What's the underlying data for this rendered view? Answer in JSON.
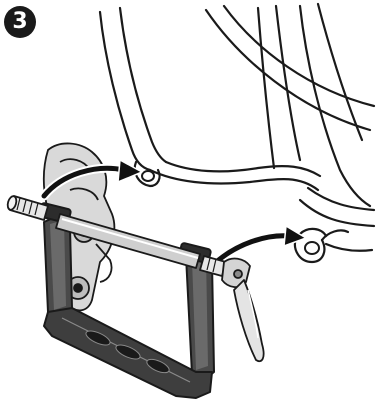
{
  "step": {
    "number": "3"
  },
  "illustration": {
    "colors": {
      "ink": "#1a1a1a",
      "frame_fill": "#ffffff",
      "skewer_fill": "#cfcfcf",
      "mount_fill": "#4a4a4a",
      "derailleur_fill": "#d9d9d9",
      "arrow_fill": "#111111"
    },
    "icons": [
      "bicycle-frame-rear",
      "rear-derailleur",
      "fork-mount-adapter",
      "thru-axle-skewer",
      "quick-release-lever",
      "insert-arrow"
    ]
  }
}
